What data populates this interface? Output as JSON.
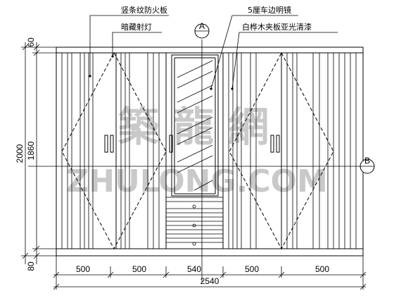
{
  "annotations": {
    "vertical_fire_board": "竖条纹防火板",
    "hidden_spotlight": "暗藏射灯",
    "beveled_mirror": "5厘车边明镜",
    "white_ash_veneer": "白桦木夹板亚光清漆"
  },
  "markers": {
    "top": "A",
    "right": "B"
  },
  "dimensions": {
    "horizontal": [
      "500",
      "500",
      "540",
      "500",
      "500"
    ],
    "total_width": "2540",
    "vertical_top": "60",
    "vertical_mid": "1860",
    "vertical_bottom": "80",
    "total_height": "2000"
  },
  "watermark": {
    "chinese": "築 龍 網",
    "latin": "ZHULONG.COM"
  }
}
